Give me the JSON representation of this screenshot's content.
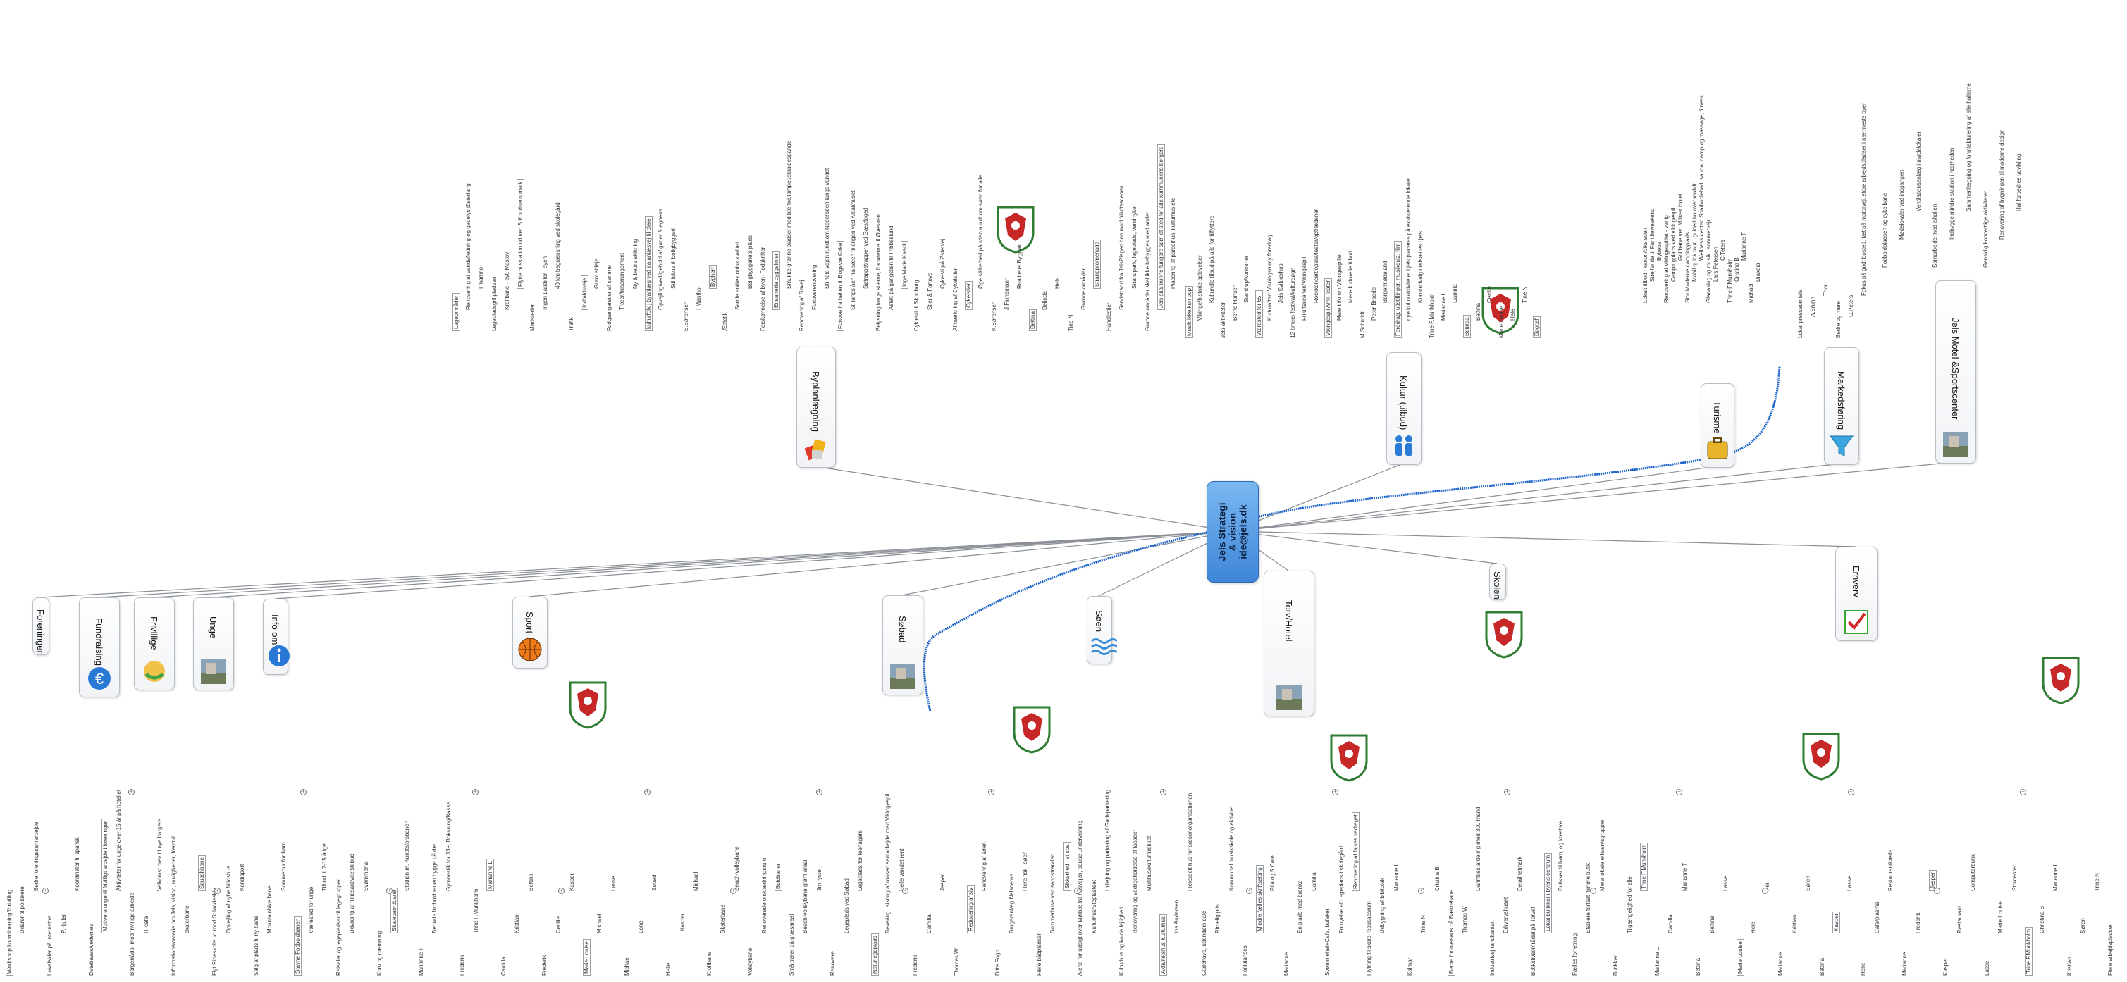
{
  "center": {
    "lines": [
      "Jels Strategi",
      "& vision",
      "ide@jels.dk"
    ]
  },
  "branches": [
    {
      "id": "byplan",
      "label": "Byplanlægning",
      "icon": "building-blocks-icon"
    },
    {
      "id": "kultur",
      "label": "Kultur (tilbud)",
      "icon": "people-icon"
    },
    {
      "id": "turisme",
      "label": "Turisme",
      "icon": "luggage-icon"
    },
    {
      "id": "marked",
      "label": "Markedsføring",
      "icon": "funnel-icon"
    },
    {
      "id": "motel",
      "label": "Jels Motel &Sportscenter",
      "icon": "photo-icon"
    },
    {
      "id": "erhverv",
      "label": "Erhverv",
      "icon": "check-icon"
    },
    {
      "id": "skolen",
      "label": "Skolen",
      "icon": ""
    },
    {
      "id": "torv",
      "label": "Torv/Hotel",
      "icon": "photo-icon"
    },
    {
      "id": "soen",
      "label": "Søen",
      "icon": "water-icon"
    },
    {
      "id": "sobad",
      "label": "Søbad",
      "icon": "photo-icon"
    },
    {
      "id": "sport",
      "label": "Sport",
      "icon": "basketball-icon"
    },
    {
      "id": "info",
      "label": "Info om Jels",
      "icon": "info-icon"
    },
    {
      "id": "unge",
      "label": "Unge",
      "icon": "photo-icon"
    },
    {
      "id": "frivillige",
      "label": "Frivillige",
      "icon": "hands-icon"
    },
    {
      "id": "fundraising",
      "label": "Fundraising",
      "icon": "euro-icon"
    },
    {
      "id": "foreninger",
      "label": "Foreninger",
      "icon": ""
    }
  ],
  "leaves_top": [
    "Legeområder",
    "Renovering af vandafledning og gadelys Østerlang",
    "I mamho",
    "Legepladsgrillpladsen",
    "Krolfbane - evt. Mastov",
    "Flytte busstation ud ved S.Knudsens mark",
    "Mødsteder",
    "Ingen Lastbiler i byen",
    "40 km begrænsning ved skolegård",
    "Trafik",
    "Indfaldsveje",
    "Grønt stileje",
    "Fodgængerstier af samme",
    "Træer/træarrangement",
    "Ny & bedre skiltning",
    "kulturfolk j byanlæg ved ira anlæsvej til pleje",
    "Opvejling/vedligehold af gader & egnens",
    "Stil fokus til boligbyggeri",
    "E.Sørensen",
    "I Møntho",
    "Bygherr",
    "Æstetik",
    "Samle arkitektonisk kvalitet",
    "Boligbyggeriets plads",
    "Forskønnelse af byen+Fodskrifter",
    "Ensartede byggelinjer",
    "Smukke grønne pladser med bænke/lamper/skraldespande",
    "Renovering af Søvej",
    "Fortovsrenovering",
    "Sti hele vejen rundt om Nedersøen langs vandet",
    "Fortove fra hallen til Bogsvæ Kirke",
    "Sti langs åen fra sæen til engen ved Kloakhuset",
    "Søtrappetrapper ved Gæstfoged",
    "Belysning langs stierne, fra søerne til Øvesøen",
    "Asfalt på gangstien til Tribbeslund",
    "Inge Maria Kaack",
    "Cyklesti til Skodborg",
    "Stier & Fortove",
    "Cykelsti på Østervej",
    "Afmærkning af Cykelstier",
    "Cykelstier",
    "Øge sikkerhed på stien rundt om søen for alle",
    "K.Sørensen",
    "J.Finnemann",
    "Realiteret Bygpak",
    "Bettina",
    "Belinda",
    "Hele",
    "Tine N",
    "Grønne områder",
    "Strandpromenade",
    "Handlestier",
    "Sandstrand fra JelsPlagen hen mod friluftsscenen",
    "Strandpark, legeplads, vandnyker",
    "Grønne områder skal ikke bebygges med andet",
    "Jels skal kunne fungere som et sted for alle kommunens borgere",
    "Placering af parcelhus, kulturhus etc"
  ],
  "leaves_kultur": [
    "Musik ikke kun pop",
    "Vikinge/historie oplevelser",
    "Kulturelle tilbud på alle for tilflyttere",
    "Jels-aktiviteter",
    "Bernd Hansen",
    "Stand up/koncerter",
    "Værested for 65+",
    "Kulturafterr Visningsrumy foredrag",
    "Jels Svikkerhus",
    "12 timers festival/kulturdøgn",
    "Friluftsscenen/Vikingespil",
    "Rockkoncert/opera/teater/optrædener",
    "Vikingespil Amfi-teater",
    "Mere info om Vikingespillet",
    "Mere kulturelle tilbud",
    "M.Schmidt",
    "Peter Brodde",
    "Borgermødeland",
    "Foredrag, udstillinger, musikquiz, film",
    "nye kulturaktiviteter i jels placeres på eksisterende lokaler",
    "Kunstudvalg nedsættes i jels",
    "Trine F.Munkholm",
    "Marianne L",
    "Camilla",
    "Belinda",
    "Bettina",
    "Cecilie",
    "Marie Louise",
    "Hele",
    "Tine N",
    "Bogcaf"
  ],
  "leaves_turisme": [
    "Lokalt tilbud i kanon/bike stien",
    "Strejfende til Familieweekend",
    "Bybebe",
    "Renovering af Vikingespillet - varlig",
    "Campingplads ved vikingespil",
    "Golfbane ved Militær Hotel",
    "Stor Moderne campingplads",
    "Mobil quick tour : guided tur over mobilt",
    "Wellness center: Spa/boblebad, sauna, damp og massage, fitness",
    "Glanasing og musik i sommervejr",
    "Lars Petersen",
    "C.Teters",
    "Trine F.Munkholm",
    "Cristina B",
    "Marianne T",
    "Michael",
    "Diakoia"
  ],
  "leaves_marked": [
    "Lokal presseomtale",
    "A.Bruhn",
    "Thor",
    "Bedre og mere",
    "C.Peters",
    "Fokus på godt bosted, tæt på motorvej, store arbejdspladser i nærmeste byer"
  ],
  "leaves_motel": [
    "Fodboldpladsen og cykelbane",
    "Mødelokaler ved indgangen",
    "Ventilationsanlæg i mødelokaler",
    "Samarbejde med ishallen",
    "Indbygge mindre stadion i nærheden",
    "Sammenlægning og formfakturering af alle hallerne",
    "Gensidig koncertlige aktiviteter",
    "Renovering af bygningen til moderne design",
    "Hal forbedres udvikling"
  ],
  "leaves_bottom": [
    "Workshop koordinerning/fortalling",
    "Udarer til politikere",
    "Bedre foreningssamarbejde",
    "Lokalsider på internettet",
    "P.Hjuler",
    "Koordinator til spansk",
    "Databases/vedernes",
    "Motivere unge til frivilligt arbejde i foreninger",
    "Aktiviteter for unge over 15 år på hotellet",
    "Borgerråds- mod frivillige arbejde",
    "IT cafe",
    "Velkomst brev til nye borgere",
    "Informationsmaterie om Jels, vision, muligheder, fremtid",
    "skaterbane",
    "Squashbane",
    "Flyt Rideskole ud mod St.landeskiv",
    "Opvejling af nyhe fritidshus",
    "Kondisport",
    "Salg af plads til ny bane",
    "Mountainbike bane",
    "Sommertur for børn",
    "Stavne Fodboldbanen",
    "Værested for unge",
    "Tilbud til 7-15 årige",
    "Reiseler og legepladser til legegrupper",
    "Udvikling af fritidsaktivitetstilbud",
    "Svømmehal",
    "Kurv og dæmning",
    "Skatebaordbane",
    "Stadion m. Kunststofsbanen",
    "Marianne T",
    "Behøde fodboldbanen bygge på den",
    "Gymnastik for 13+, Boksning/Kasse",
    "Frederik",
    "Trine F.Munkholm",
    "Marianne L",
    "Camilla",
    "Kristian",
    "Bettina",
    "Frederik",
    "Cecilie",
    "Kasper",
    "Marie Louise",
    "Michael",
    "Lasse",
    "Michael",
    "Lone",
    "Søbad",
    "Helle",
    "Kasper",
    "Michael",
    "Krolfbane",
    "Skaterbane",
    "Beach-volleybane",
    "Volleybane",
    "Renoverede omklædningsrum",
    "Boldbaner",
    "Små træer på græsareal",
    "Beach-volleybane grønt areal",
    "3m ryste",
    "Renovere",
    "Legeplads ved Søbad",
    "Legeplads for teenagere",
    "Naturlegeplads",
    "Bevaring i sikring af mosen samarbejde med Vikingespil",
    "Helle vandet rent",
    "Frederik",
    "Camilla",
    "Jesper",
    "Thomas W",
    "Reducering af siv",
    "Renovering af søen",
    "Ditte Fogh",
    "Brugeranlæg Nelsoerne",
    "Flere fisk i søen",
    "Flere bådpladser",
    "Sommerhuse ved sandstranden",
    "Sikkerhed i et spa",
    "Alene for udsigt over Mølbæ fra husvejen, pause undervisning",
    "Kulturhus/Stoplasteet",
    "Udlejning og parkering af Gadeparkering",
    "Kulturhus og kolde lejlighed",
    "Renovering og vedligeholdelse af facader",
    "Multihus/kulturtrækket",
    "Aktivitetshus Kulturhus",
    "Ina Andersen",
    "Fleksibelt hus for sæsonorganisationen",
    "Gadehave, udendørs café",
    "Rimelig pris",
    "Kommunal musikskole og aktivitet",
    "Fonkilanses",
    "Mindre fælles skriftsetting",
    "Pifa og 5 Cafe",
    "Marianne L",
    "En plads med bænke",
    "Camilla",
    "Svømmehal+Cafe, bufaker",
    "Fornyelse af Legeplads i skolegård",
    "Renovering af falses vedtaget",
    "Flytning til skole-redskabsrum",
    "Udbygning af bibliotek",
    "Marianne L",
    "Kalmar",
    "Trine N",
    "Cristina B",
    "Bedre fortovssans på Bækrebane",
    "Thomas W",
    "Dannfoss afdeling med 300 mand",
    "Industrivej randkanten",
    "Erhvervshuset",
    "Detailnetmark",
    "Butikslivsområdet på Torvet",
    "Lokal butikker i byens centrum",
    "Butikker til børn, og kreative",
    "Fælles forretning",
    "Etablere fortsat mindre butik",
    "Mere lokale erhvervsgrupper",
    "Butikker",
    "Tilgængelighed for alle",
    "Trine F.Munkholm",
    "Marianne L",
    "Camilla",
    "Marianne T",
    "Bettina",
    "Bettina",
    "Lasse",
    "Marie Louise",
    "Hele",
    "Per",
    "Marianne L",
    "Kristian",
    "Søren",
    "Bettina",
    "Kasper",
    "Lasse",
    "Helle",
    "Cafe/plasma",
    "Restaurantkæde",
    "Marianne L",
    "Frederik",
    "Jesper",
    "Kasper",
    "Restaurant",
    "Computerbutik",
    "Lasse",
    "Marie Louise",
    "Storcenter",
    "Trine F.Munkholm",
    "Christina B",
    "Marianne L",
    "Kristian",
    "Søren",
    "Trine N",
    "Flere arbejdspladser"
  ]
}
